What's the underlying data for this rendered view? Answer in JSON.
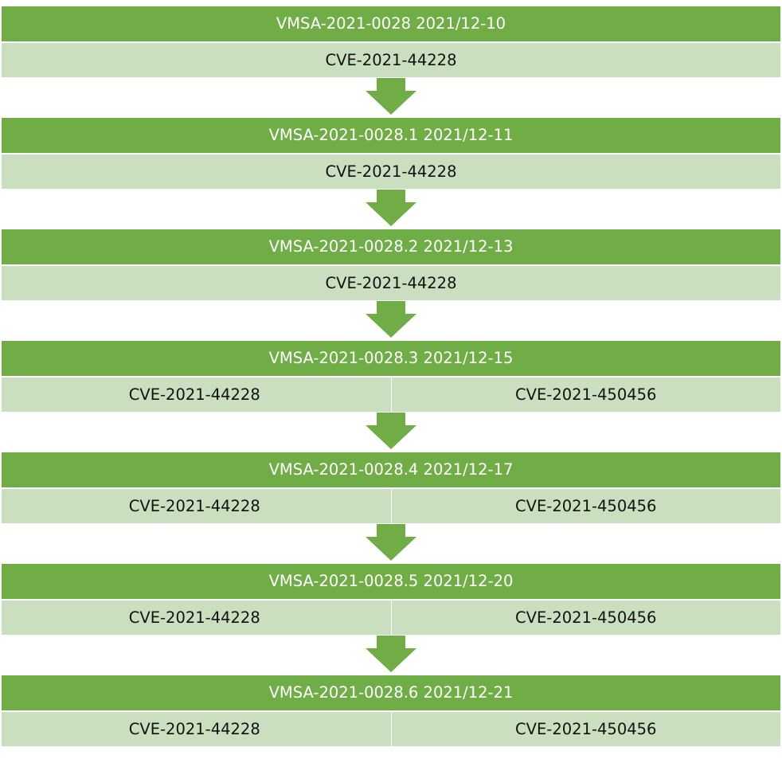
{
  "colors": {
    "header_fill": "#70ad47",
    "cve_fill": "#c9dfc0",
    "arrow_fill": "#70ad47",
    "header_text": "#ffffff",
    "cve_text": "#111111"
  },
  "steps": [
    {
      "title": "VMSA-2021-0028 2021/12-10",
      "cves": [
        "CVE-2021-44228"
      ]
    },
    {
      "title": "VMSA-2021-0028.1 2021/12-11",
      "cves": [
        "CVE-2021-44228"
      ]
    },
    {
      "title": "VMSA-2021-0028.2 2021/12-13",
      "cves": [
        "CVE-2021-44228"
      ]
    },
    {
      "title": "VMSA-2021-0028.3 2021/12-15",
      "cves": [
        "CVE-2021-44228",
        "CVE-2021-450456"
      ]
    },
    {
      "title": "VMSA-2021-0028.4 2021/12-17",
      "cves": [
        "CVE-2021-44228",
        "CVE-2021-450456"
      ]
    },
    {
      "title": "VMSA-2021-0028.5 2021/12-20",
      "cves": [
        "CVE-2021-44228",
        "CVE-2021-450456"
      ]
    },
    {
      "title": "VMSA-2021-0028.6 2021/12-21",
      "cves": [
        "CVE-2021-44228",
        "CVE-2021-450456"
      ]
    }
  ]
}
